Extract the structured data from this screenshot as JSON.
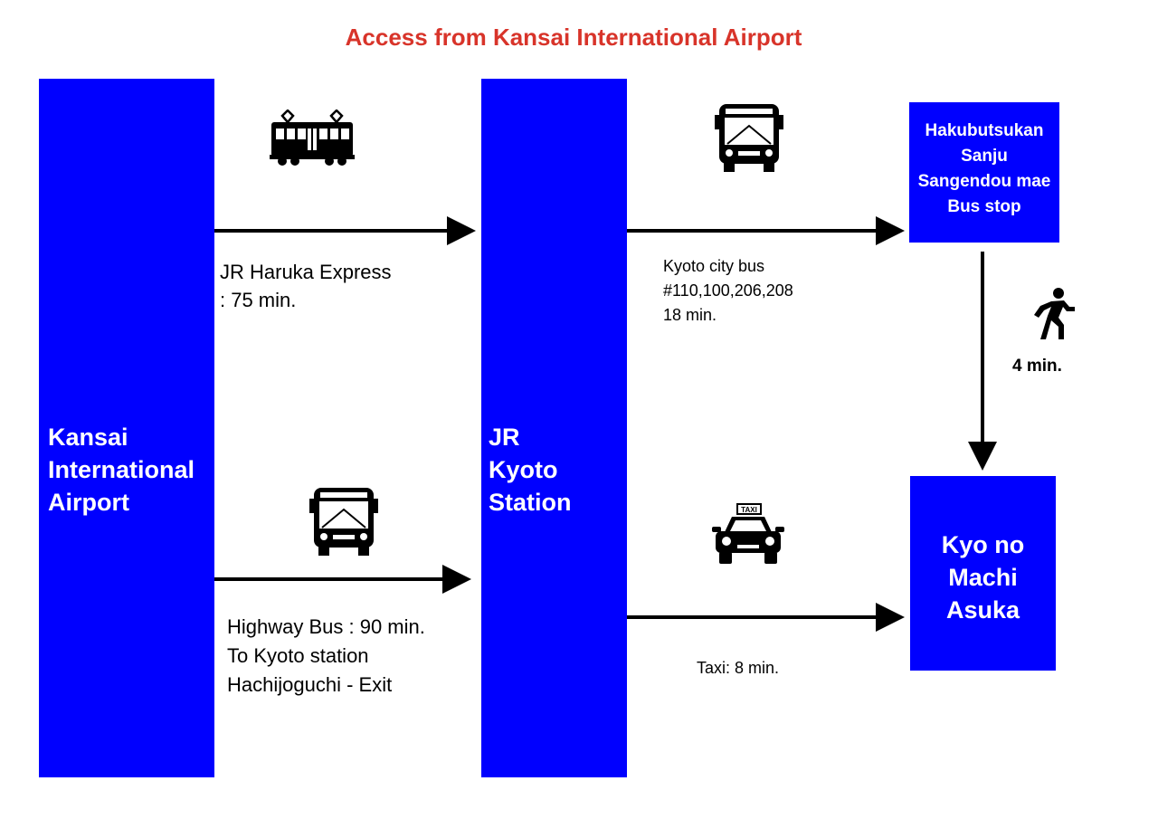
{
  "title": "Access from Kansai International Airport",
  "colors": {
    "title": "#d8342a",
    "block": "#0000ff",
    "block_text": "#ffffff",
    "arrow": "#000000"
  },
  "nodes": {
    "kix": {
      "lines": [
        "Kansai",
        "International",
        "Airport"
      ]
    },
    "kyoto_station": {
      "lines": [
        "JR",
        "Kyoto",
        "Station"
      ]
    },
    "bus_stop": {
      "lines": [
        "Hakubutsukan",
        "Sanju",
        "Sangendou mae",
        "Bus stop"
      ]
    },
    "destination": {
      "lines": [
        "Kyo no",
        "Machi",
        "Asuka"
      ]
    }
  },
  "routes": {
    "haruka": {
      "icon": "train-icon",
      "lines": [
        "JR Haruka Express",
        ": 75 min."
      ]
    },
    "highway_bus": {
      "icon": "bus-icon",
      "lines": [
        "Highway Bus : 90 min.",
        "To Kyoto station",
        "Hachijoguchi - Exit"
      ]
    },
    "city_bus": {
      "icon": "bus-icon",
      "lines": [
        "Kyoto city bus",
        "#110,100,206,208",
        "18 min."
      ]
    },
    "taxi": {
      "icon": "taxi-icon",
      "lines": [
        "Taxi: 8 min."
      ],
      "sign": "TAXI"
    },
    "walk": {
      "icon": "walking-person-icon",
      "lines": [
        "4 min."
      ]
    }
  }
}
